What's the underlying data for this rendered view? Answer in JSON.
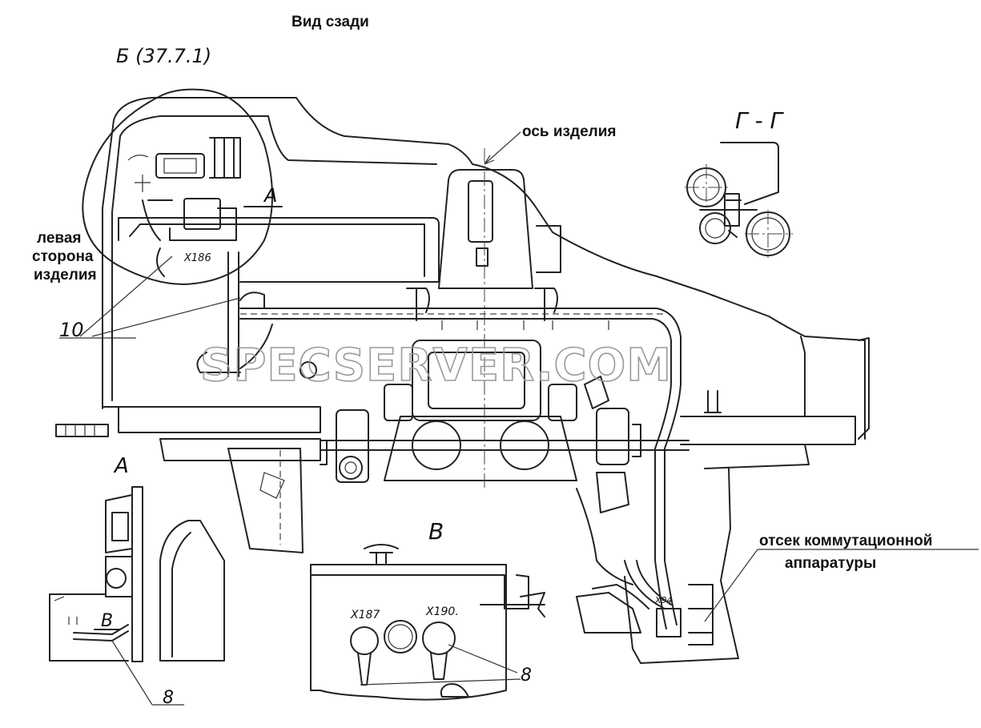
{
  "title": "Вид сзади",
  "labels": {
    "view_b_ref": "Б (37.7.1)",
    "axis": "ось изделия",
    "section_g": "Г - Г",
    "left_side": [
      "левая",
      "сторона",
      "изделия"
    ],
    "callout_10": "10",
    "view_a": "А",
    "view_a_small": "А",
    "view_v": "В",
    "view_v_small": "В",
    "callout_8_left": "8",
    "callout_8_right": "8",
    "compartment": [
      "отсек коммутационной",
      "аппаратуры"
    ],
    "x186": "X186",
    "x187": "X187",
    "x190": "X190.",
    "x94": "X94"
  },
  "watermark": "SPECSERVER.COM"
}
